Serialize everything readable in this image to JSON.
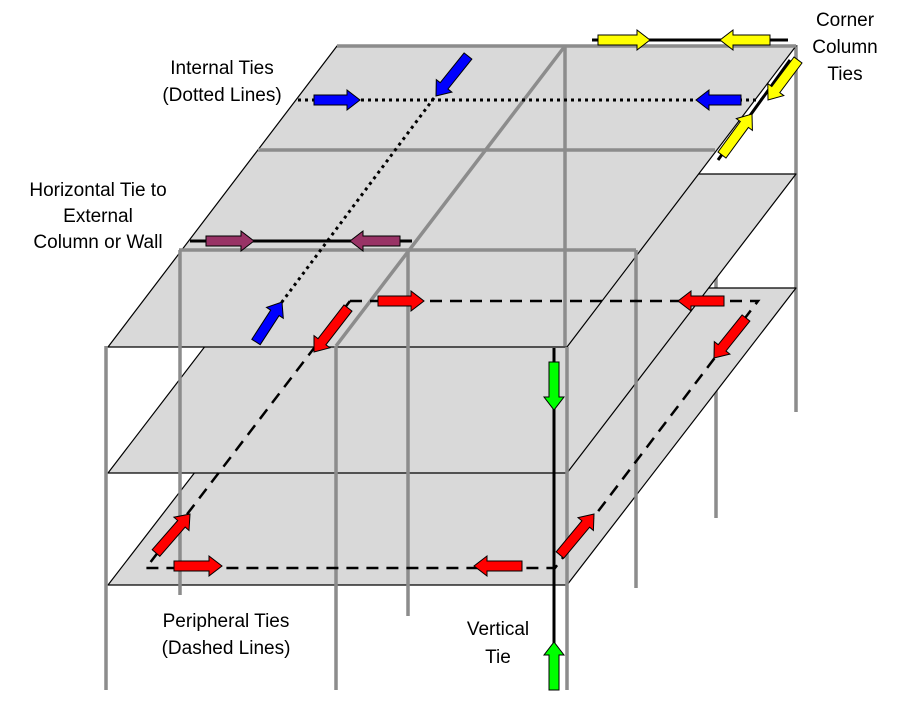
{
  "labels": {
    "corner_column_ties": [
      "Corner",
      "Column",
      "Ties"
    ],
    "internal_ties": [
      "Internal Ties",
      "(Dotted Lines)"
    ],
    "horizontal_tie": [
      "Horizontal Tie to",
      "External",
      "Column or Wall"
    ],
    "peripheral_ties": [
      "Peripheral Ties",
      "(Dashed Lines)"
    ],
    "vertical_tie": [
      "Vertical",
      "Tie"
    ]
  },
  "colors": {
    "slab": "#d9d9d9",
    "column": "#8c8c8c",
    "internal_arrow": "#0000ff",
    "peripheral_arrow": "#ff0000",
    "corner_arrow": "#ffff00",
    "horizontal_arrow": "#993366",
    "vertical_arrow": "#00ff00"
  }
}
